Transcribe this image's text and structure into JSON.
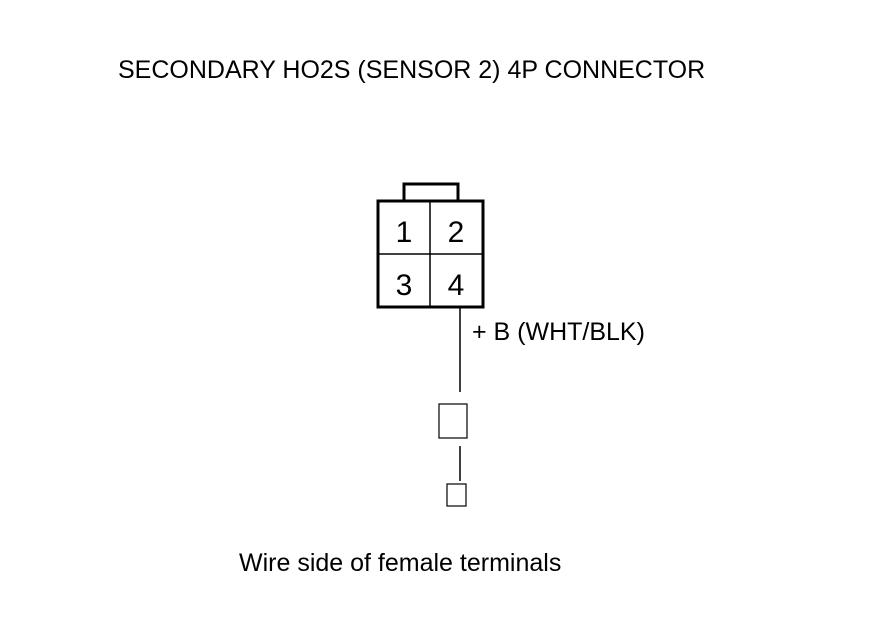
{
  "title": "SECONDARY HO2S (SENSOR 2) 4P CONNECTOR",
  "connector": {
    "pins": [
      "1",
      "2",
      "3",
      "4"
    ]
  },
  "wire_label": "+ B (WHT/BLK)",
  "caption": "Wire side of female terminals"
}
